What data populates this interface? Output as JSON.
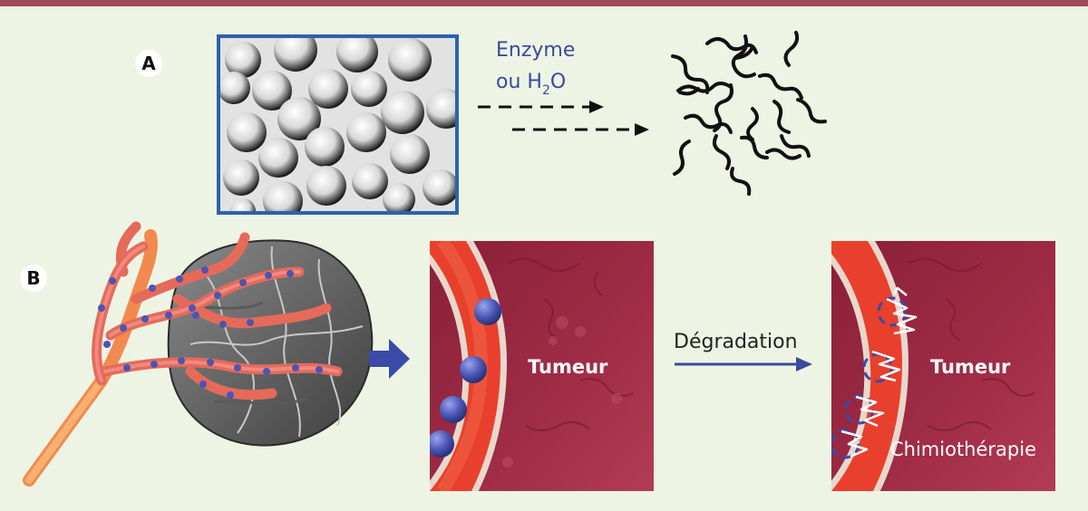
{
  "panelA": {
    "letter": "A",
    "enzyme_label": "Enzyme",
    "water_prefix": "ou H",
    "water_sub": "2",
    "water_suffix": "O"
  },
  "panelB": {
    "letter": "B",
    "tumor_label_1": "Tumeur",
    "degradation_label": "Dégradation",
    "tumor_label_2": "Tumeur",
    "chemo_label": "Chimiothérapie"
  },
  "colors": {
    "background": "#eef4e4",
    "top_bar": "#a04a55",
    "frame_blue": "#2a62b0",
    "label_blue": "#3a4a9c",
    "tumor": "#9c2a42",
    "vessel": "#e8402c",
    "particle": "#4a56b4"
  }
}
